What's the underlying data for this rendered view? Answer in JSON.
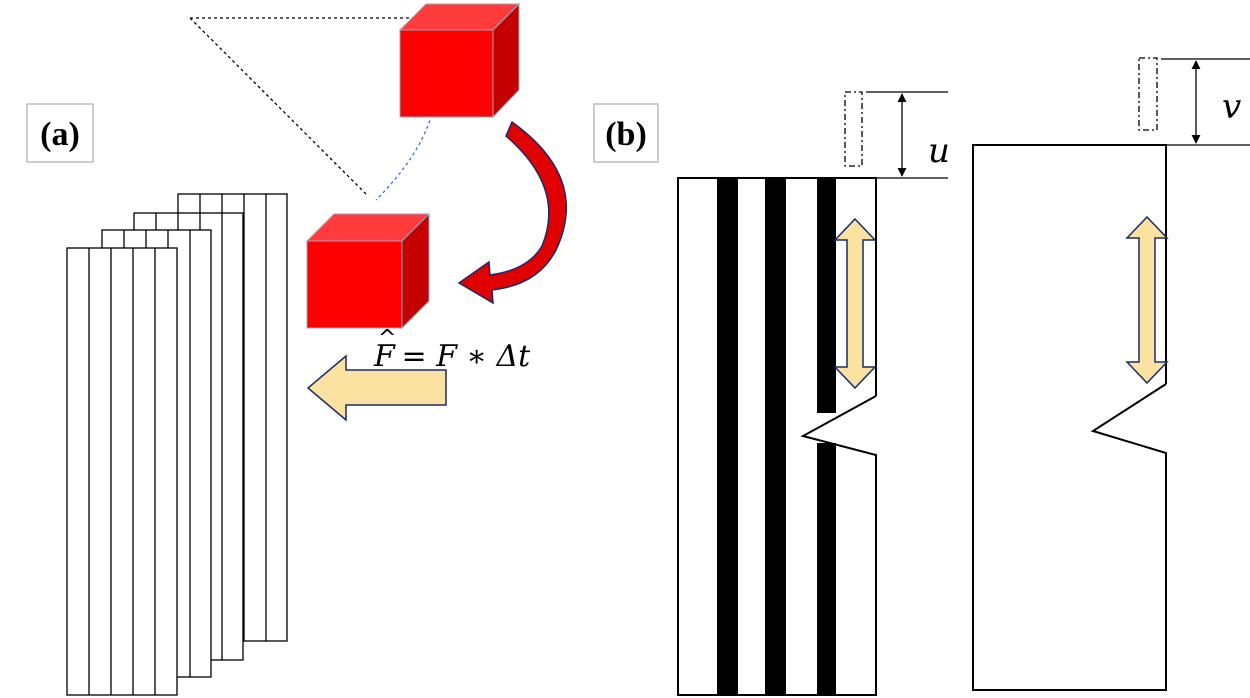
{
  "panel_a": {
    "label": "(a)"
  },
  "panel_b": {
    "label": "(b)"
  },
  "formula": {
    "lhs": "F",
    "text_rest": " = F ∗ Δt"
  },
  "displacements": {
    "u": "u",
    "v": "v"
  },
  "colors": {
    "cube_front": "#ff0000",
    "cube_top": "#ff3b3b",
    "cube_side": "#c40000",
    "curved_arrow": "#e00000",
    "block_arrow": "#fbe2a0",
    "black_stripe": "#000000"
  },
  "icons": {
    "cube": "cube-icon",
    "curved_arrow": "curved-arrow-icon",
    "block_arrow": "block-arrow-left-icon",
    "double_arrow": "double-arrow-vertical-icon"
  }
}
